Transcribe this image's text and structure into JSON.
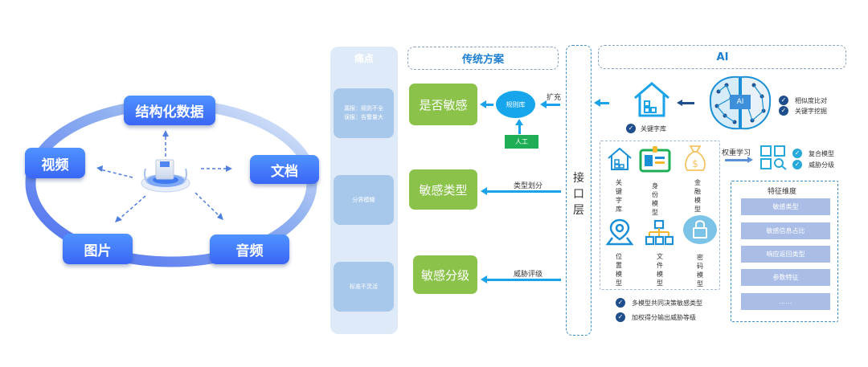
{
  "left_panel": {
    "center_icon": "data-device-icon",
    "nodes": [
      {
        "id": "structured",
        "label": "结构化数据"
      },
      {
        "id": "video",
        "label": "视频"
      },
      {
        "id": "document",
        "label": "文档"
      },
      {
        "id": "image",
        "label": "图片"
      },
      {
        "id": "audio",
        "label": "音频"
      }
    ]
  },
  "pain_points": {
    "title": "痛点",
    "items": [
      "漏报：规则不全\n误报：告警量大",
      "分界模糊",
      "标准不灵活"
    ]
  },
  "traditional": {
    "title": "传统方案",
    "outputs": [
      "是否敏感",
      "敏感类型",
      "敏感分级"
    ],
    "rule_lib": "规则库",
    "manual": "人工",
    "expand_label": "扩充",
    "type_label": "类型划分",
    "threat_label": "威胁评级"
  },
  "interface_layer": {
    "label": "接\n口\n层"
  },
  "ai": {
    "title": "AI",
    "keyword_lib_label": "关键字库",
    "brain_badge": "AI",
    "brain_checks": [
      "相似度比对",
      "关键字挖掘"
    ],
    "models": [
      {
        "icon": "house-icon",
        "label": "关\n键\n字\n库"
      },
      {
        "icon": "id-card-icon",
        "label": "身\n份\n模\n型"
      },
      {
        "icon": "money-bag-icon",
        "label": "金\n融\n模\n型"
      },
      {
        "icon": "location-pin-icon",
        "label": "位\n置\n模\n型"
      },
      {
        "icon": "hierarchy-icon",
        "label": "文\n件\n模\n型"
      },
      {
        "icon": "lock-icon",
        "label": "密\n码\n模\n型"
      }
    ],
    "weight_learning_label": "权重学习",
    "composite_checks": [
      "复合模型",
      "威胁分级"
    ],
    "feature_dimension": {
      "title": "特征维度",
      "items": [
        "敏感类型",
        "敏感信息占比",
        "响应返回类型",
        "参数特征",
        "……"
      ]
    },
    "bottom_checks": [
      "多模型共同决策敏感类型",
      "加权得分输出威胁等级"
    ]
  },
  "colors": {
    "node_blue": "#3a66f5",
    "green": "#8bc34a",
    "arrow_blue": "#1aa3e8",
    "title_blue": "#1e7fd0",
    "pain_bg": "#deeaf7",
    "pain_box": "#a8c8eb",
    "feature_bar": "#a9bde6"
  }
}
